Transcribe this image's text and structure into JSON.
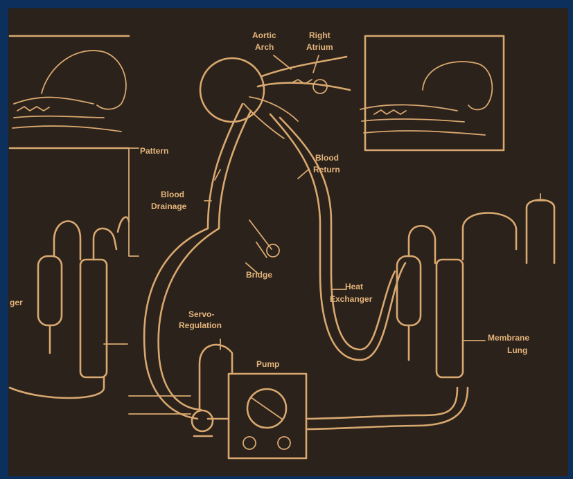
{
  "colors": {
    "frame": "#0d2f5c",
    "background": "#2b221b",
    "line": "#d9a870"
  },
  "labels": {
    "aortic_arch": [
      "Aortic",
      "Arch"
    ],
    "right_atrium": [
      "Right",
      "Atrium"
    ],
    "pattern": "Pattern",
    "blood_drainage": [
      "Blood",
      "Drainage"
    ],
    "blood_return": [
      "Blood",
      "Return"
    ],
    "bridge": "Bridge",
    "heat_exchanger": [
      "Heat",
      "Exchanger"
    ],
    "servo_regulation": [
      "Servo-",
      "Regulation"
    ],
    "pump": "Pump",
    "membrane_lung": [
      "Membrane",
      "Lung"
    ],
    "left_partial": "ger"
  }
}
